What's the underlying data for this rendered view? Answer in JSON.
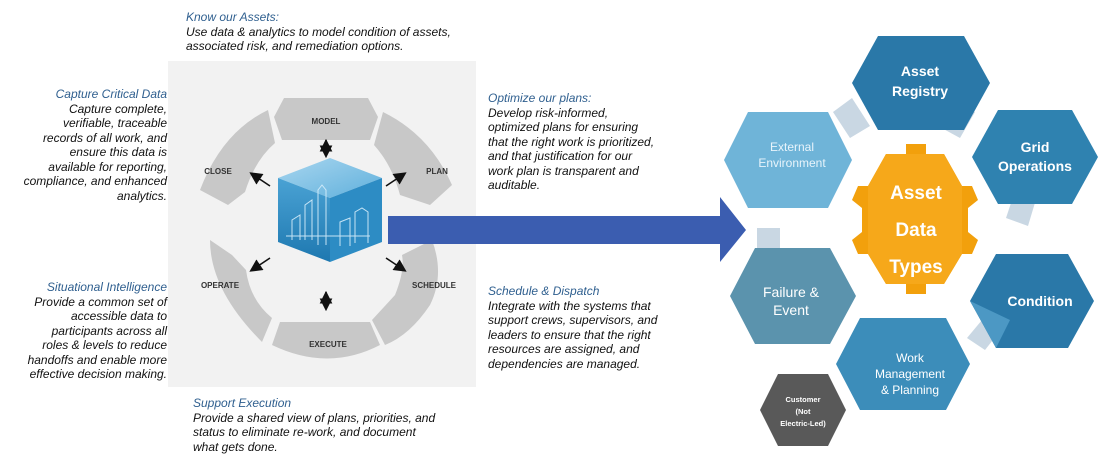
{
  "notes": {
    "know_assets": {
      "title": "Know our Assets:",
      "lines": [
        "Use data & analytics to model condition of assets,",
        "associated risk, and remediation options."
      ]
    },
    "capture_data": {
      "title": "Capture Critical Data",
      "lines": [
        "Capture complete,",
        "verifiable, traceable",
        "records of all work, and",
        "ensure this data is",
        "available for reporting,",
        "compliance, and enhanced",
        "analytics."
      ]
    },
    "optimize_plans": {
      "title": "Optimize our plans:",
      "lines": [
        "Develop risk-informed,",
        "optimized plans for ensuring",
        "that the right work is prioritized,",
        "and that justification for our",
        "work plan is transparent and",
        "auditable."
      ]
    },
    "situational": {
      "title": "Situational Intelligence",
      "lines": [
        "Provide a common set of",
        "accessible data to",
        "participants across all",
        "roles & levels to reduce",
        "handoffs and enable more",
        "effective decision making."
      ]
    },
    "schedule": {
      "title": "Schedule & Dispatch",
      "lines": [
        "Integrate with the systems that",
        "support crews, supervisors, and",
        "leaders to ensure that the right",
        "resources are assigned, and",
        "dependencies are managed."
      ]
    },
    "execution": {
      "title": "Support Execution",
      "lines": [
        "Provide a shared view of plans, priorities, and",
        "status to eliminate re-work, and document",
        "what gets done."
      ]
    }
  },
  "cycle": {
    "stages": {
      "model": "MODEL",
      "plan": "PLAN",
      "schedule": "SCHEDULE",
      "execute": "EXECUTE",
      "operate": "OPERATE",
      "close": "CLOSE"
    }
  },
  "asset_types": {
    "center": [
      "Asset",
      "Data",
      "Types"
    ],
    "asset_registry": [
      "Asset",
      "Registry"
    ],
    "grid_operations": [
      "Grid",
      "Operations"
    ],
    "condition": [
      "Condition"
    ],
    "work_management": [
      "Work",
      "Management",
      "& Planning"
    ],
    "failure_event": [
      "Failure &",
      "Event"
    ],
    "external_environment": [
      "External",
      "Environment"
    ],
    "customer": [
      "Customer",
      "(Not",
      "Electric-Led)"
    ]
  },
  "colors": {
    "center_gear": "#f2a00c",
    "hex_dark": "#2a78a8",
    "hex_mid": "#3c8dba",
    "hex_light": "#6fb4d8",
    "hex_failure": "#5b93ad",
    "hex_customer": "#595959",
    "connector": "#c9d7e3",
    "arrow": "#3b5db0",
    "ring": "#c8c8c8",
    "note_title": "#2f5f8f"
  }
}
